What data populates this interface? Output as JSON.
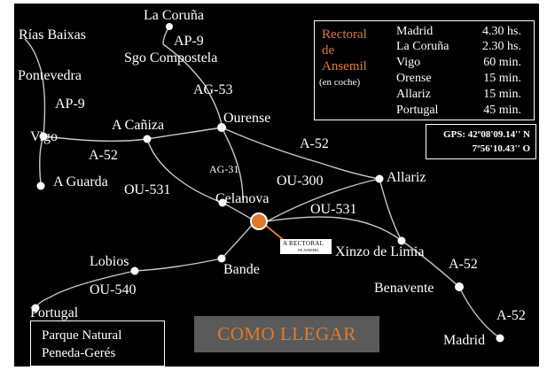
{
  "towns": {
    "la_coruna": "La Coruña",
    "rias_baixas": "Rías Baixas",
    "sgo_compostela": "Sgo Compostela",
    "pontevedra": "Pontevedra",
    "vigo": "Vigo",
    "a_canixa": "A Cañiza",
    "ourense": "Ourense",
    "a_guarda": "A Guarda",
    "celanova": "Celanova",
    "allariz": "Allariz",
    "xinzo": "Xinzo de Limia",
    "lobios": "Lobios",
    "bande": "Bande",
    "benavente": "Benavente",
    "portugal": "Portugal",
    "madrid": "Madrid"
  },
  "roads": {
    "ap9_north": "AP-9",
    "ap9_south": "AP-9",
    "ag53": "AG-53",
    "a52_vigo": "A-52",
    "a52_ourense": "A-52",
    "a52_xinzo": "A-52",
    "a52_madrid": "A-52",
    "ag31": "AG-31",
    "ou531_west": "OU-531",
    "ou531_east": "OU-531",
    "ou300": "OU-300",
    "ou540": "OU-540"
  },
  "info": {
    "hotel_line1": "Rectoral",
    "hotel_line2": "de",
    "hotel_line3": "Ansemil",
    "by_car": "(en coche)",
    "destinations": [
      {
        "name": "Madrid",
        "time": "4.30 hs."
      },
      {
        "name": "La Coruña",
        "time": "2.30 hs."
      },
      {
        "name": "Vigo",
        "time": "60 min."
      },
      {
        "name": "Orense",
        "time": "15 min."
      },
      {
        "name": "Allariz",
        "time": "15 min."
      },
      {
        "name": "Portugal",
        "time": "45 min."
      }
    ]
  },
  "gps": {
    "line1": "GPS: 42º08'09.14'' N",
    "line2": "7º56'10.43'' O"
  },
  "park": {
    "line1": "Parque Natural",
    "line2": "Peneda-Gerés"
  },
  "cta_label": "COMO LLEGAR",
  "sign": {
    "top": "A RECTORAL",
    "bottom": "DE ANSEMIL"
  },
  "colors": {
    "background": "#000000",
    "accent": "#e07a2a",
    "road": "#c8c8c8",
    "cta_bg": "#5a5a5a"
  }
}
